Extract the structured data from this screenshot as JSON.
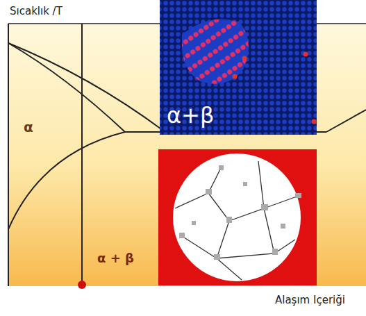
{
  "diagram": {
    "nodes": [
      {
        "text": [
          "α+β"
        ]
      }
    ],
    "labels": [
      "Sıcaklık /T",
      "α",
      "α + β",
      "Alaşım Içeriği"
    ]
  }
}
